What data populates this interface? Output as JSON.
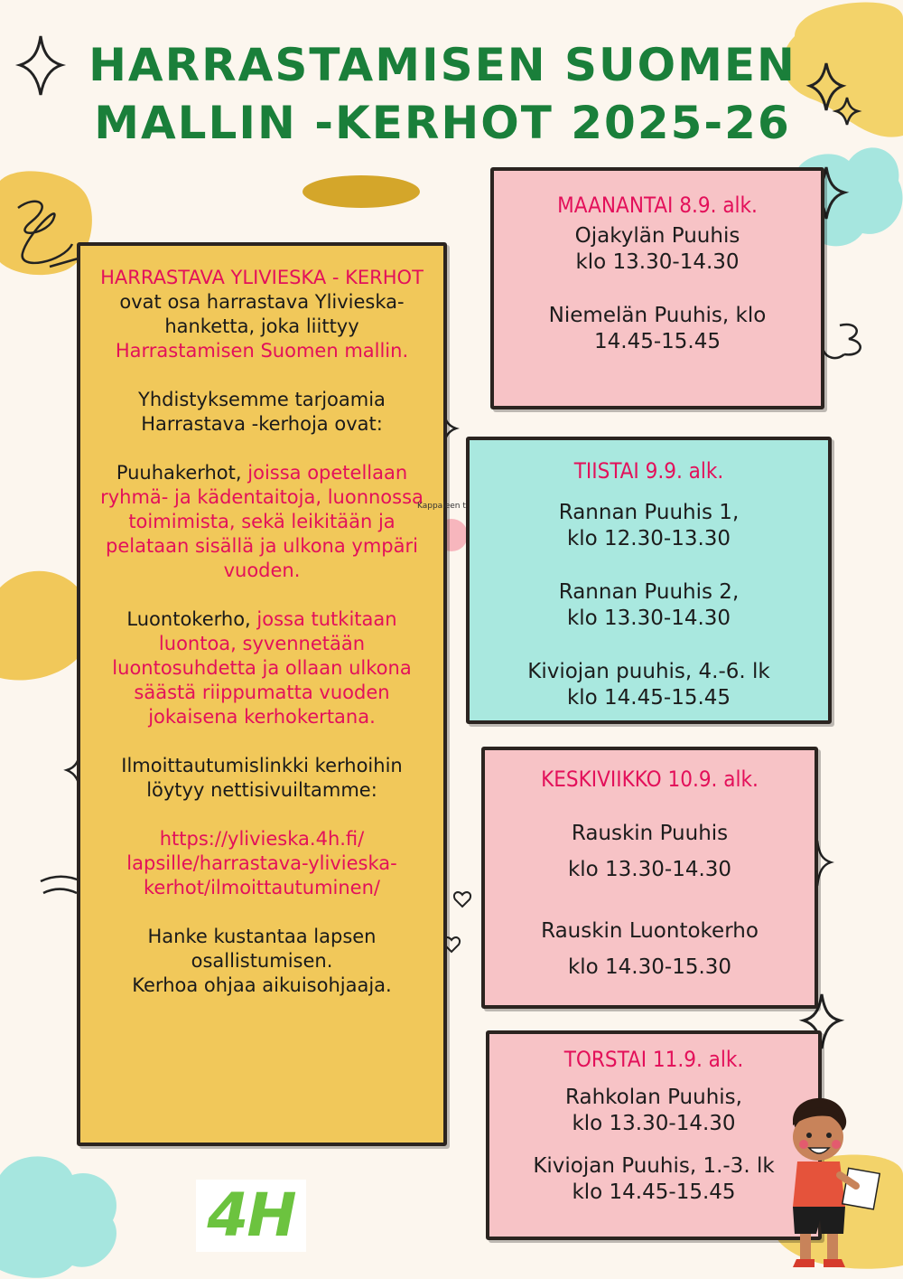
{
  "title": {
    "line1": "HARRASTAMISEN SUOMEN",
    "line2": "MALLIN -KERHOT 2025-26"
  },
  "info": {
    "heading": "HARRASTAVA YLIVIESKA - KERHOT",
    "intro_a": "ovat osa harrastava Ylivieska- hanketta, joka liittyy",
    "intro_b": "Harrastamisen Suomen mallin.",
    "offer": "Yhdistyksemme tarjoamia Harrastava -kerhoja ovat:",
    "puuha_name": "Puuhakerhot,",
    "puuha_desc": "joissa opetellaan ryhmä- ja kädentaitoja, luonnossa toimimista, sekä leikitään ja pelataan sisällä ja ulkona ympäri vuoden.",
    "luonto_name": "Luontokerho,",
    "luonto_desc": "jossa tutkitaan luontoa, syvennetään luontosuhdetta ja ollaan ulkona säästä riippumatta vuoden jokaisena kerhokertana.",
    "signup": "Ilmoittautumislinkki kerhoihin löytyy nettisivuiltamme:",
    "link": "https://ylivieska.4h.fi/ lapsille/harrastava-ylivieska-kerhot/ilmoittautuminen/",
    "cost": "Hanke kustantaa lapsen osallistumisen.",
    "leader": "Kerhoa ohjaa aikuisohjaaja."
  },
  "small_label": "Kappaleen teksti",
  "days": [
    {
      "title": "MAANANTAI 8.9. alk.",
      "entries": [
        {
          "line1": "Ojakylän Puuhis",
          "line2": "klo 13.30-14.30"
        },
        {
          "line1": "Niemelän Puuhis, klo",
          "line2": "14.45-15.45"
        }
      ]
    },
    {
      "title": "TIISTAI 9.9. alk.",
      "entries": [
        {
          "line1": "Rannan Puuhis 1,",
          "line2": "klo 12.30-13.30"
        },
        {
          "line1": "Rannan Puuhis 2,",
          "line2": "klo 13.30-14.30"
        },
        {
          "line1": "Kiviojan puuhis, 4.-6. lk",
          "line2": "klo 14.45-15.45"
        }
      ]
    },
    {
      "title": "KESKIVIIKKO 10.9. alk.",
      "entries": [
        {
          "line1": "Rauskin Puuhis",
          "line2": "klo 13.30-14.30"
        },
        {
          "line1": "Rauskin Luontokerho",
          "line2": "klo 14.30-15.30"
        }
      ]
    },
    {
      "title": "TORSTAI 11.9. alk.",
      "entries": [
        {
          "line1": "Rahkolan Puuhis,",
          "line2": "klo 13.30-14.30"
        },
        {
          "line1": "Kiviojan Puuhis, 1.-3. lk",
          "line2": "klo 14.45-15.45"
        }
      ]
    }
  ],
  "logo": {
    "text": "4H",
    "color": "#6cc33f"
  },
  "colors": {
    "title_green": "#1a7f3a",
    "accent_pink": "#e3105a",
    "box_pink": "#f7c3c6",
    "box_teal": "#a9e8df",
    "box_yellow": "#f1c85a"
  }
}
